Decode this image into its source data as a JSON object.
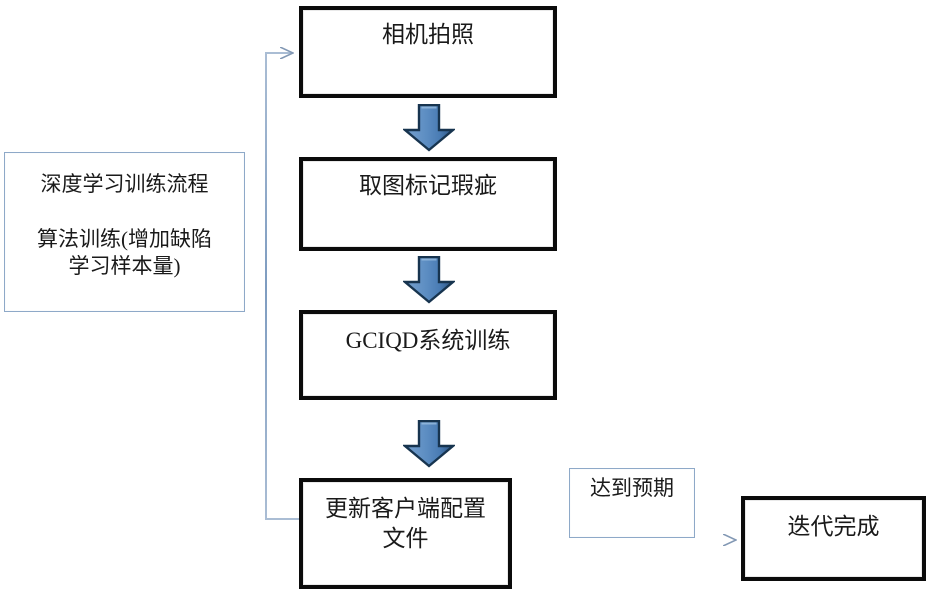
{
  "diagram": {
    "title_hidden": "",
    "colors": {
      "box_border_thick": "#0b0b0b",
      "box_border_thin": "#8ea9c8",
      "arrow_fill_light": "#7ea6d4",
      "arrow_fill_mid": "#5b8ec4",
      "arrow_outline": "#1f3f63",
      "wire": "#8ea9c8",
      "text": "#1a1a1a",
      "background": "#ffffff"
    },
    "nodes": [
      {
        "id": "deep-learning-training-flow",
        "label": "深度学习训练流程\n\n算法训练(增加缺陷\n学习样本量)",
        "style": "thin"
      },
      {
        "id": "camera-capture",
        "label": "相机拍照",
        "style": "thick"
      },
      {
        "id": "capture-and-mark-defects",
        "label": "取图标记瑕疵",
        "style": "thick"
      },
      {
        "id": "gciqd-system-training",
        "label": "GCIQD系统训练",
        "style": "thick"
      },
      {
        "id": "update-client-config-file",
        "label": "更新客户端配置\n文件",
        "style": "thick"
      },
      {
        "id": "reached-expectation",
        "label": "达到预期",
        "style": "thin"
      },
      {
        "id": "iteration-complete",
        "label": "迭代完成",
        "style": "thick"
      }
    ],
    "arrows": [
      {
        "id": "arrow-camera-to-mark",
        "kind": "fat-down-blue"
      },
      {
        "id": "arrow-mark-to-training",
        "kind": "fat-down-blue"
      },
      {
        "id": "arrow-training-to-update",
        "kind": "fat-down-blue"
      },
      {
        "id": "arrow-update-to-complete",
        "kind": "thin-right"
      },
      {
        "id": "arrow-feedback-loop-to-camera",
        "kind": "thin-loop-left"
      }
    ]
  }
}
